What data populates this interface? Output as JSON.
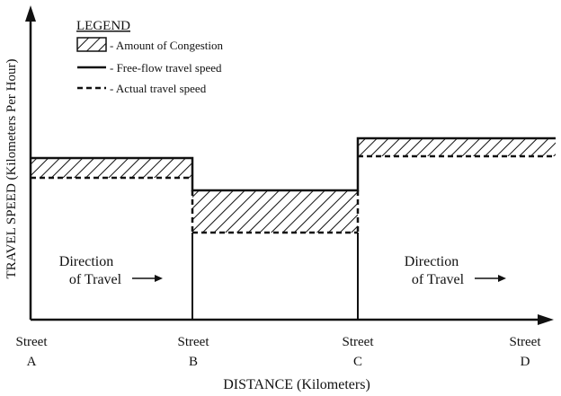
{
  "legend": {
    "title": "LEGEND",
    "items": [
      {
        "key": "congestion",
        "label": "- Amount of Congestion"
      },
      {
        "key": "free_flow",
        "label": "- Free-flow travel speed"
      },
      {
        "key": "actual",
        "label": "- Actual travel speed"
      }
    ]
  },
  "axes": {
    "y_label": "TRAVEL SPEED (Kilometers Per Hour)",
    "x_label": "DISTANCE (Kilometers)"
  },
  "streets": [
    {
      "word": "Street",
      "letter": "A"
    },
    {
      "word": "Street",
      "letter": "B"
    },
    {
      "word": "Street",
      "letter": "C"
    },
    {
      "word": "Street",
      "letter": "D"
    }
  ],
  "annotations": [
    {
      "line1": "Direction",
      "line2": "of Travel"
    },
    {
      "line1": "Direction",
      "line2": "of Travel"
    }
  ],
  "colors": {
    "ink": "#111111",
    "background": "#ffffff"
  }
}
